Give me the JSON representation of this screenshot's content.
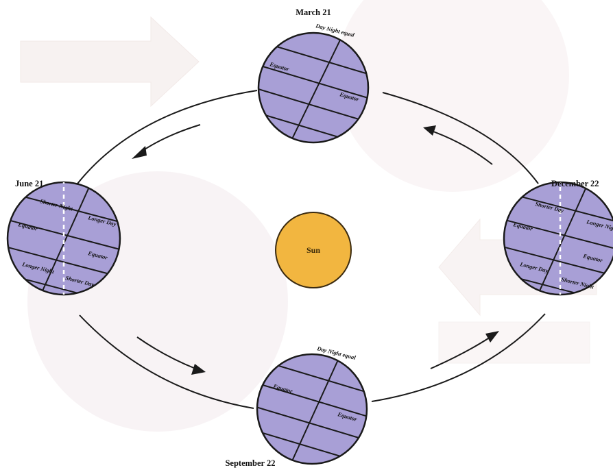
{
  "sun": {
    "label": "Sun"
  },
  "positions": {
    "march": {
      "date": "March 21",
      "day_night": "Day Night equal",
      "equator_left": "Equator",
      "equator_right": "Equator"
    },
    "june": {
      "date": "June 21",
      "top_left": "Shorter Night",
      "top_right": "Longer Day",
      "equator_left": "Equator",
      "equator_right": "Equator",
      "bottom_left": "Longer Night",
      "bottom_right": "Shorter Day"
    },
    "september": {
      "date": "September 22",
      "day_night": "Day Night equal",
      "equator_left": "Equator",
      "equator_right": "Equator"
    },
    "december": {
      "date": "December 22",
      "top_left": "Shorter Day",
      "top_right": "Longer Night",
      "equator_left": "Equator",
      "equator_right": "Equator",
      "bottom_left": "Longer Day",
      "bottom_right": "Shorter Night"
    }
  },
  "colors": {
    "earth": "#a89fd6",
    "sun": "#f2b640",
    "outline": "#1a1a1a"
  }
}
